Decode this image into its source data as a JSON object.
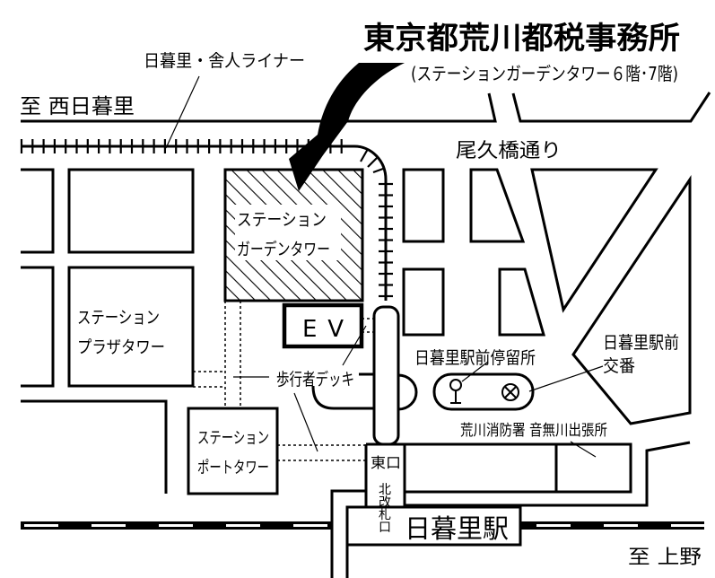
{
  "title": "東京都荒川都税事務所",
  "subtitle": "(ステーションガーデンタワー６階･7階)",
  "labels": {
    "liner": "日暮里・舎人ライナー",
    "to_nishinippori": "至 西日暮里",
    "okubashi": "尾久橋通り",
    "garden_tower_1": "ステーション",
    "garden_tower_2": "ガーデンタワー",
    "plaza_tower_1": "ステーション",
    "plaza_tower_2": "プラザタワー",
    "port_tower_1": "ステーション",
    "port_tower_2": "ポートタワー",
    "ev": "E V",
    "deck": "歩行者デッキ",
    "bus_stop": "日暮里駅前停留所",
    "koban_1": "日暮里駅前",
    "koban_2": "交番",
    "fire_station": "荒川消防署 音無川出張所",
    "east_exit": "東口",
    "north_gate": [
      "北",
      "改",
      "札",
      "口"
    ],
    "station": "日暮里駅",
    "to_ueno": "至 上野"
  },
  "icons": [
    "bus-stop-icon",
    "police-box-icon",
    "arrow-icon"
  ],
  "colors": {
    "ink": "#000000",
    "paper": "#ffffff"
  }
}
